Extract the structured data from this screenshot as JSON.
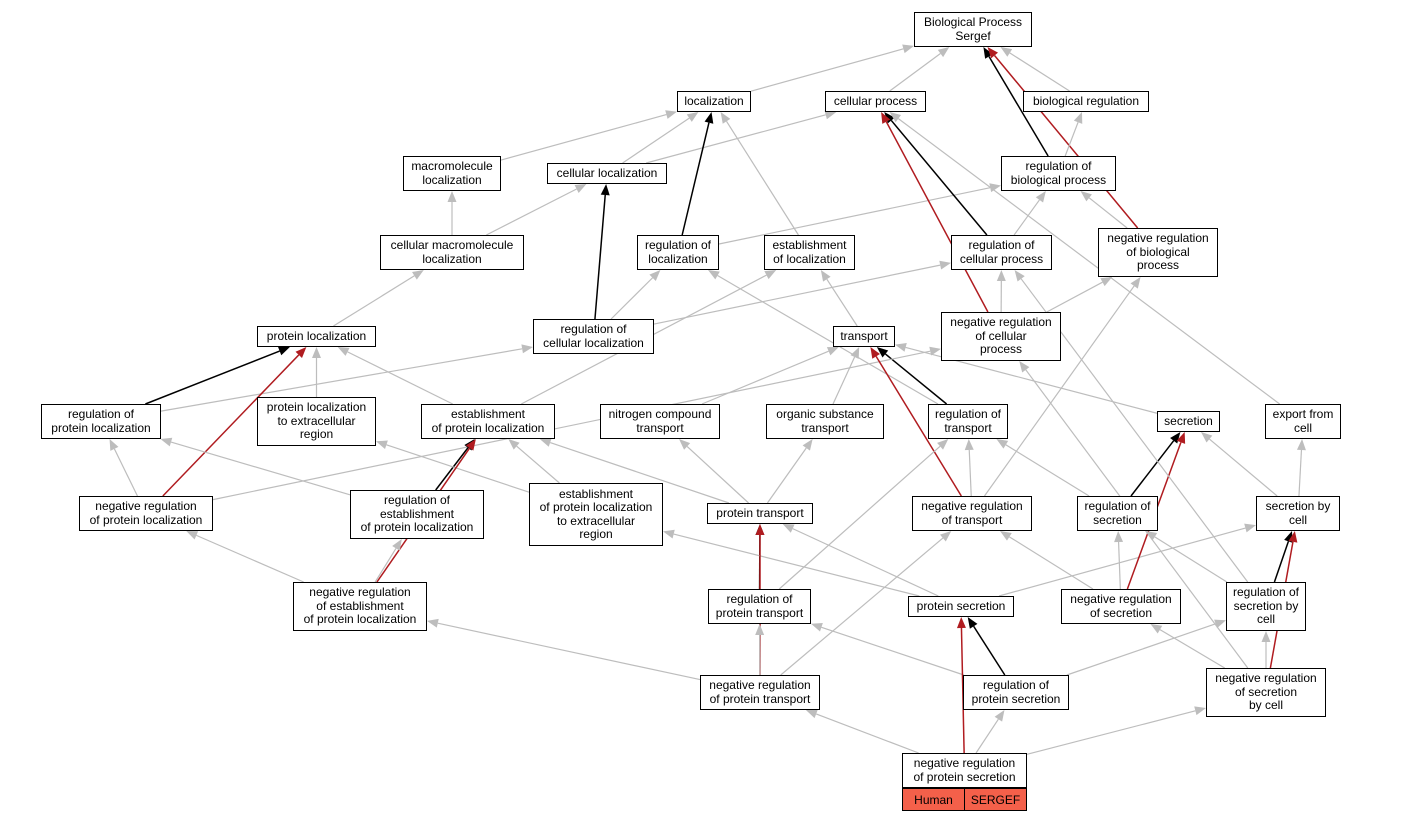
{
  "colors": {
    "is_a": "#bdbdbd",
    "part_of": "#000000",
    "regulates": "#b01c20",
    "legend_fill": "#f4604a"
  },
  "nodes": {
    "bp": "Biological Process\nSergef",
    "localization": "localization",
    "cellular_process": "cellular process",
    "biological_regulation": "biological regulation",
    "macromolecule_localization": "macromolecule\nlocalization",
    "cellular_localization": "cellular localization",
    "regulation_of_biological_process": "regulation of\nbiological process",
    "cellular_macromolecule_localization": "cellular macromolecule\nlocalization",
    "regulation_of_localization": "regulation of\nlocalization",
    "establishment_of_localization": "establishment\nof localization",
    "regulation_of_cellular_process": "regulation of\ncellular process",
    "negative_regulation_of_biological_process": "negative regulation\nof biological\nprocess",
    "protein_localization": "protein localization",
    "regulation_of_cellular_localization": "regulation of\ncellular localization",
    "transport": "transport",
    "negative_regulation_of_cellular_process": "negative regulation\nof cellular\nprocess",
    "regulation_of_protein_localization": "regulation of\nprotein localization",
    "protein_localization_to_extracellular_region": "protein localization\nto extracellular\nregion",
    "establishment_of_protein_localization": "establishment\nof protein localization",
    "nitrogen_compound_transport": "nitrogen compound\ntransport",
    "organic_substance_transport": "organic substance\ntransport",
    "regulation_of_transport": "regulation of\ntransport",
    "secretion": "secretion",
    "export_from_cell": "export from\ncell",
    "negative_regulation_of_protein_localization": "negative regulation\nof protein localization",
    "regulation_of_establishment_of_protein_localization": "regulation of\nestablishment\nof protein localization",
    "establishment_of_protein_localization_to_extracellular_region": "establishment\nof protein localization\nto extracellular\nregion",
    "protein_transport": "protein transport",
    "negative_regulation_of_transport": "negative regulation\nof transport",
    "regulation_of_secretion": "regulation of\nsecretion",
    "secretion_by_cell": "secretion by\ncell",
    "negative_regulation_of_establishment_of_protein_localization": "negative regulation\nof establishment\nof protein localization",
    "regulation_of_protein_transport": "regulation of\nprotein transport",
    "protein_secretion": "protein secretion",
    "negative_regulation_of_secretion": "negative regulation\nof secretion",
    "regulation_of_secretion_by_cell": "regulation of\nsecretion by\ncell",
    "negative_regulation_of_protein_transport": "negative regulation\nof protein transport",
    "regulation_of_protein_secretion": "regulation of\nprotein secretion",
    "negative_regulation_of_secretion_by_cell": "negative regulation\nof secretion\nby cell",
    "negative_regulation_of_protein_secretion": "negative regulation\nof protein secretion"
  },
  "legend": {
    "species": "Human",
    "gene": "SERGEF"
  },
  "edges": [
    {
      "from": "localization",
      "to": "bp",
      "type": "is_a"
    },
    {
      "from": "cellular_process",
      "to": "bp",
      "type": "is_a"
    },
    {
      "from": "biological_regulation",
      "to": "bp",
      "type": "is_a"
    },
    {
      "from": "regulation_of_biological_process",
      "to": "bp",
      "type": "part_of"
    },
    {
      "from": "negative_regulation_of_biological_process",
      "to": "bp",
      "type": "regulates"
    },
    {
      "from": "macromolecule_localization",
      "to": "localization",
      "type": "is_a"
    },
    {
      "from": "cellular_localization",
      "to": "localization",
      "type": "is_a"
    },
    {
      "from": "cellular_localization",
      "to": "cellular_process",
      "type": "is_a"
    },
    {
      "from": "regulation_of_biological_process",
      "to": "biological_regulation",
      "type": "is_a"
    },
    {
      "from": "cellular_macromolecule_localization",
      "to": "macromolecule_localization",
      "type": "is_a"
    },
    {
      "from": "cellular_macromolecule_localization",
      "to": "cellular_localization",
      "type": "is_a"
    },
    {
      "from": "regulation_of_localization",
      "to": "localization",
      "type": "part_of"
    },
    {
      "from": "regulation_of_localization",
      "to": "regulation_of_biological_process",
      "type": "is_a"
    },
    {
      "from": "establishment_of_localization",
      "to": "localization",
      "type": "is_a"
    },
    {
      "from": "regulation_of_cellular_process",
      "to": "cellular_process",
      "type": "part_of"
    },
    {
      "from": "regulation_of_cellular_process",
      "to": "regulation_of_biological_process",
      "type": "is_a"
    },
    {
      "from": "negative_regulation_of_biological_process",
      "to": "regulation_of_biological_process",
      "type": "is_a"
    },
    {
      "from": "protein_localization",
      "to": "cellular_macromolecule_localization",
      "type": "is_a"
    },
    {
      "from": "regulation_of_cellular_localization",
      "to": "cellular_localization",
      "type": "part_of"
    },
    {
      "from": "regulation_of_cellular_localization",
      "to": "regulation_of_localization",
      "type": "is_a"
    },
    {
      "from": "regulation_of_cellular_localization",
      "to": "regulation_of_cellular_process",
      "type": "is_a"
    },
    {
      "from": "transport",
      "to": "establishment_of_localization",
      "type": "is_a"
    },
    {
      "from": "negative_regulation_of_cellular_process",
      "to": "cellular_process",
      "type": "regulates"
    },
    {
      "from": "negative_regulation_of_cellular_process",
      "to": "regulation_of_cellular_process",
      "type": "is_a"
    },
    {
      "from": "negative_regulation_of_cellular_process",
      "to": "negative_regulation_of_biological_process",
      "type": "is_a"
    },
    {
      "from": "regulation_of_protein_localization",
      "to": "protein_localization",
      "type": "part_of"
    },
    {
      "from": "regulation_of_protein_localization",
      "to": "regulation_of_cellular_localization",
      "type": "is_a"
    },
    {
      "from": "protein_localization_to_extracellular_region",
      "to": "protein_localization",
      "type": "is_a"
    },
    {
      "from": "establishment_of_protein_localization",
      "to": "protein_localization",
      "type": "is_a"
    },
    {
      "from": "establishment_of_protein_localization",
      "to": "establishment_of_localization",
      "type": "is_a"
    },
    {
      "from": "nitrogen_compound_transport",
      "to": "transport",
      "type": "is_a"
    },
    {
      "from": "organic_substance_transport",
      "to": "transport",
      "type": "is_a"
    },
    {
      "from": "regulation_of_transport",
      "to": "transport",
      "type": "part_of"
    },
    {
      "from": "regulation_of_transport",
      "to": "regulation_of_localization",
      "type": "is_a"
    },
    {
      "from": "secretion",
      "to": "transport",
      "type": "is_a"
    },
    {
      "from": "export_from_cell",
      "to": "cellular_process",
      "type": "is_a"
    },
    {
      "from": "negative_regulation_of_protein_localization",
      "to": "protein_localization",
      "type": "regulates"
    },
    {
      "from": "negative_regulation_of_protein_localization",
      "to": "regulation_of_protein_localization",
      "type": "is_a"
    },
    {
      "from": "negative_regulation_of_protein_localization",
      "to": "negative_regulation_of_cellular_process",
      "type": "is_a"
    },
    {
      "from": "regulation_of_establishment_of_protein_localization",
      "to": "establishment_of_protein_localization",
      "type": "part_of"
    },
    {
      "from": "regulation_of_establishment_of_protein_localization",
      "to": "regulation_of_protein_localization",
      "type": "is_a"
    },
    {
      "from": "establishment_of_protein_localization_to_extracellular_region",
      "to": "protein_localization_to_extracellular_region",
      "type": "is_a"
    },
    {
      "from": "establishment_of_protein_localization_to_extracellular_region",
      "to": "establishment_of_protein_localization",
      "type": "is_a"
    },
    {
      "from": "protein_transport",
      "to": "establishment_of_protein_localization",
      "type": "is_a"
    },
    {
      "from": "protein_transport",
      "to": "nitrogen_compound_transport",
      "type": "is_a"
    },
    {
      "from": "protein_transport",
      "to": "organic_substance_transport",
      "type": "is_a"
    },
    {
      "from": "negative_regulation_of_transport",
      "to": "transport",
      "type": "regulates"
    },
    {
      "from": "negative_regulation_of_transport",
      "to": "regulation_of_transport",
      "type": "is_a"
    },
    {
      "from": "negative_regulation_of_transport",
      "to": "negative_regulation_of_biological_process",
      "type": "is_a"
    },
    {
      "from": "regulation_of_secretion",
      "to": "secretion",
      "type": "part_of"
    },
    {
      "from": "regulation_of_secretion",
      "to": "regulation_of_transport",
      "type": "is_a"
    },
    {
      "from": "secretion_by_cell",
      "to": "secretion",
      "type": "is_a"
    },
    {
      "from": "secretion_by_cell",
      "to": "export_from_cell",
      "type": "is_a"
    },
    {
      "from": "negative_regulation_of_establishment_of_protein_localization",
      "to": "establishment_of_protein_localization",
      "type": "regulates"
    },
    {
      "from": "negative_regulation_of_establishment_of_protein_localization",
      "to": "regulation_of_establishment_of_protein_localization",
      "type": "is_a"
    },
    {
      "from": "negative_regulation_of_establishment_of_protein_localization",
      "to": "negative_regulation_of_protein_localization",
      "type": "is_a"
    },
    {
      "from": "regulation_of_protein_transport",
      "to": "protein_transport",
      "type": "part_of"
    },
    {
      "from": "regulation_of_protein_transport",
      "to": "regulation_of_transport",
      "type": "is_a"
    },
    {
      "from": "protein_secretion",
      "to": "protein_transport",
      "type": "is_a"
    },
    {
      "from": "protein_secretion",
      "to": "secretion_by_cell",
      "type": "is_a"
    },
    {
      "from": "protein_secretion",
      "to": "establishment_of_protein_localization_to_extracellular_region",
      "type": "is_a"
    },
    {
      "from": "negative_regulation_of_secretion",
      "to": "secretion",
      "type": "regulates"
    },
    {
      "from": "negative_regulation_of_secretion",
      "to": "regulation_of_secretion",
      "type": "is_a"
    },
    {
      "from": "negative_regulation_of_secretion",
      "to": "negative_regulation_of_transport",
      "type": "is_a"
    },
    {
      "from": "regulation_of_secretion_by_cell",
      "to": "secretion_by_cell",
      "type": "part_of"
    },
    {
      "from": "regulation_of_secretion_by_cell",
      "to": "regulation_of_secretion",
      "type": "is_a"
    },
    {
      "from": "regulation_of_secretion_by_cell",
      "to": "regulation_of_cellular_process",
      "type": "is_a"
    },
    {
      "from": "negative_regulation_of_protein_transport",
      "to": "protein_transport",
      "type": "regulates"
    },
    {
      "from": "negative_regulation_of_protein_transport",
      "to": "regulation_of_protein_transport",
      "type": "is_a"
    },
    {
      "from": "negative_regulation_of_protein_transport",
      "to": "negative_regulation_of_establishment_of_protein_localization",
      "type": "is_a"
    },
    {
      "from": "negative_regulation_of_protein_transport",
      "to": "negative_regulation_of_transport",
      "type": "is_a"
    },
    {
      "from": "regulation_of_protein_secretion",
      "to": "protein_secretion",
      "type": "part_of"
    },
    {
      "from": "regulation_of_protein_secretion",
      "to": "regulation_of_protein_transport",
      "type": "is_a"
    },
    {
      "from": "regulation_of_protein_secretion",
      "to": "regulation_of_secretion_by_cell",
      "type": "is_a"
    },
    {
      "from": "negative_regulation_of_secretion_by_cell",
      "to": "secretion_by_cell",
      "type": "regulates"
    },
    {
      "from": "negative_regulation_of_secretion_by_cell",
      "to": "regulation_of_secretion_by_cell",
      "type": "is_a"
    },
    {
      "from": "negative_regulation_of_secretion_by_cell",
      "to": "negative_regulation_of_secretion",
      "type": "is_a"
    },
    {
      "from": "negative_regulation_of_secretion_by_cell",
      "to": "negative_regulation_of_cellular_process",
      "type": "is_a"
    },
    {
      "from": "negative_regulation_of_protein_secretion",
      "to": "protein_secretion",
      "type": "regulates"
    },
    {
      "from": "negative_regulation_of_protein_secretion",
      "to": "regulation_of_protein_secretion",
      "type": "is_a"
    },
    {
      "from": "negative_regulation_of_protein_secretion",
      "to": "negative_regulation_of_protein_transport",
      "type": "is_a"
    },
    {
      "from": "negative_regulation_of_protein_secretion",
      "to": "negative_regulation_of_secretion_by_cell",
      "type": "is_a"
    }
  ]
}
